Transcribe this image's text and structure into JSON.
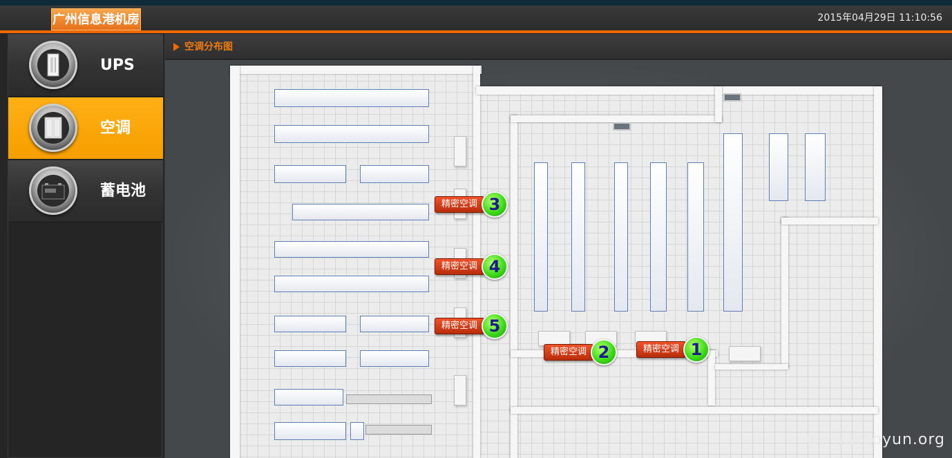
{
  "header": {
    "brand": "广州信息港机房",
    "datetime": "2015年04月29日 11:10:56"
  },
  "sidebar": {
    "items": [
      {
        "label": "UPS",
        "icon": "ups-icon",
        "active": false
      },
      {
        "label": "空调",
        "icon": "air-conditioner-icon",
        "active": true
      },
      {
        "label": "蓄电池",
        "icon": "battery-icon",
        "active": false
      }
    ]
  },
  "panel": {
    "title": "空调分布图"
  },
  "markers": [
    {
      "label": "精密空调",
      "number": "1"
    },
    {
      "label": "精密空调",
      "number": "2"
    },
    {
      "label": "精密空调",
      "number": "3"
    },
    {
      "label": "精密空调",
      "number": "4"
    },
    {
      "label": "精密空调",
      "number": "5"
    }
  ],
  "watermark": "www.wooyun.org",
  "colors": {
    "accent": "#ee6a00",
    "active_nav": "#f59e00",
    "marker_tag": "#d4411a",
    "marker_number": "#3fdc19"
  }
}
